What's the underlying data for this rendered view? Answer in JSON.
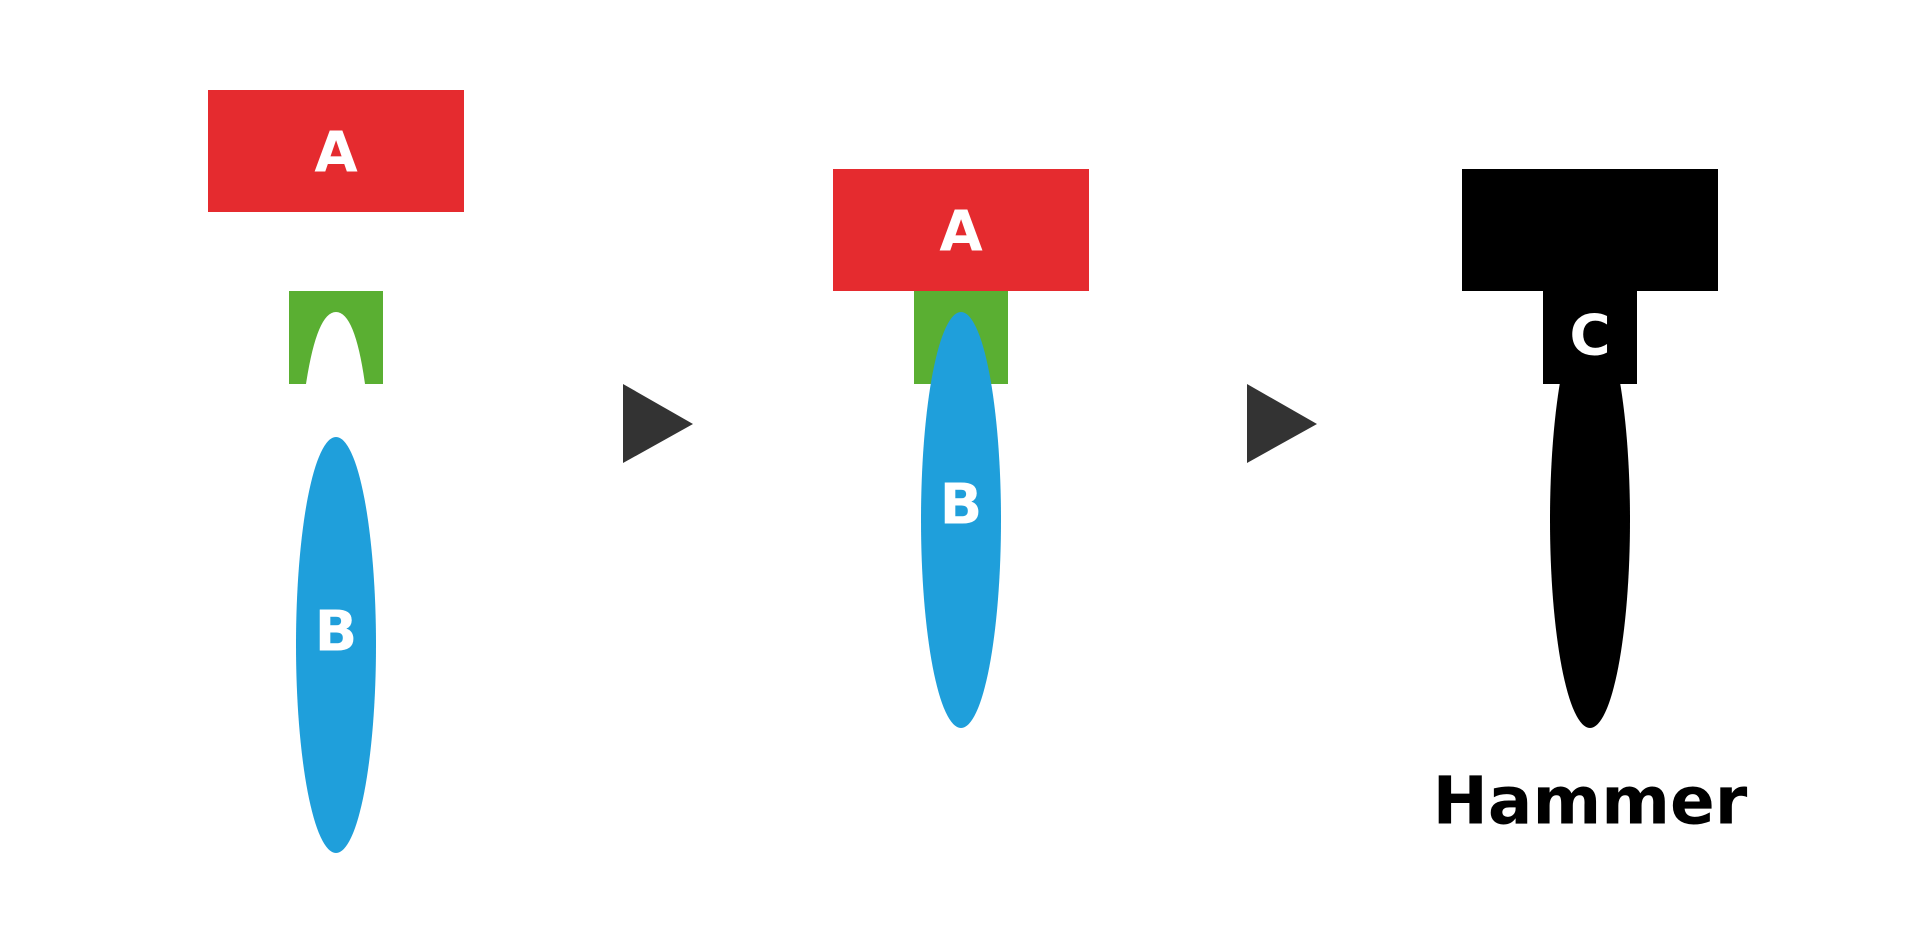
{
  "colors": {
    "part_a": "#e52b2f",
    "part_b": "#1f9fdb",
    "connector": "#5aaf32",
    "result": "#000000",
    "arrow": "#333333",
    "label": "#ffffff",
    "background": "#ffffff"
  },
  "stage1": {
    "part_a_label": "A",
    "part_b_label": "B"
  },
  "stage2": {
    "part_a_label": "A",
    "part_b_label": "B"
  },
  "stage3": {
    "part_c_label": "C",
    "caption": "Hammer"
  },
  "arrows": [
    "right-triangle-arrow",
    "right-triangle-arrow"
  ]
}
